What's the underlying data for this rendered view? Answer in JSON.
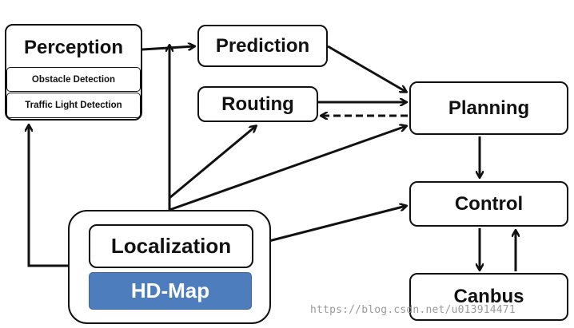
{
  "modules": {
    "perception": "Perception",
    "obstacle_detection": "Obstacle Detection",
    "traffic_light_detection": "Traffic Light Detection",
    "prediction": "Prediction",
    "routing": "Routing",
    "planning": "Planning",
    "control": "Control",
    "canbus": "Canbus",
    "localization": "Localization",
    "hd_map": "HD-Map"
  },
  "watermark": "https://blog.csdn.net/u013914471",
  "colors": {
    "hd_map_fill": "#4d7dbd",
    "stroke": "#111111"
  }
}
